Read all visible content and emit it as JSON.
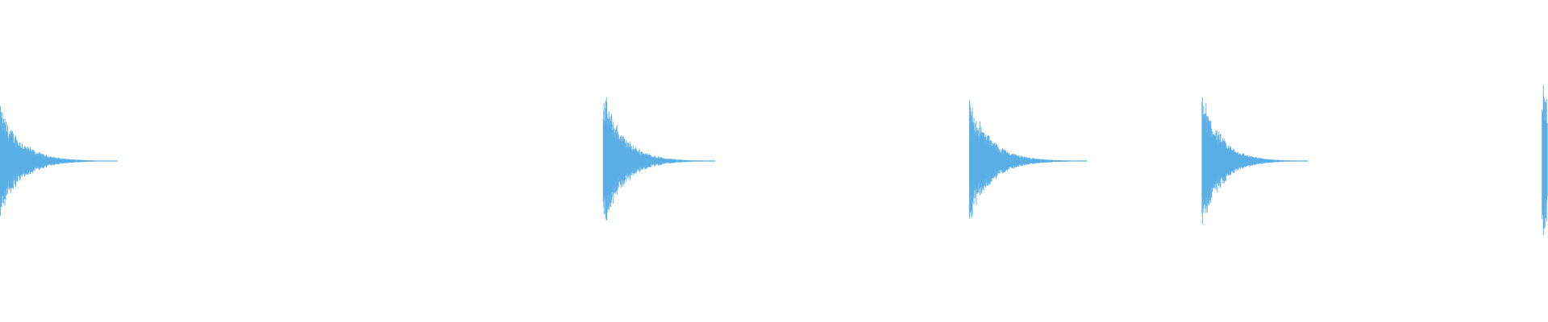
{
  "waveform": {
    "color": "#5aaee6",
    "background": "#ffffff",
    "duration_fraction_transients": [
      {
        "onset": 0.0,
        "peak": 0.56,
        "decay": 0.04
      },
      {
        "onset": 0.3897,
        "peak": 0.72,
        "decay": 0.038
      },
      {
        "onset": 0.6263,
        "peak": 0.64,
        "decay": 0.04
      },
      {
        "onset": 0.7765,
        "peak": 0.7,
        "decay": 0.036
      },
      {
        "onset": 0.9962,
        "peak": 0.84,
        "decay": 0.03
      }
    ]
  }
}
